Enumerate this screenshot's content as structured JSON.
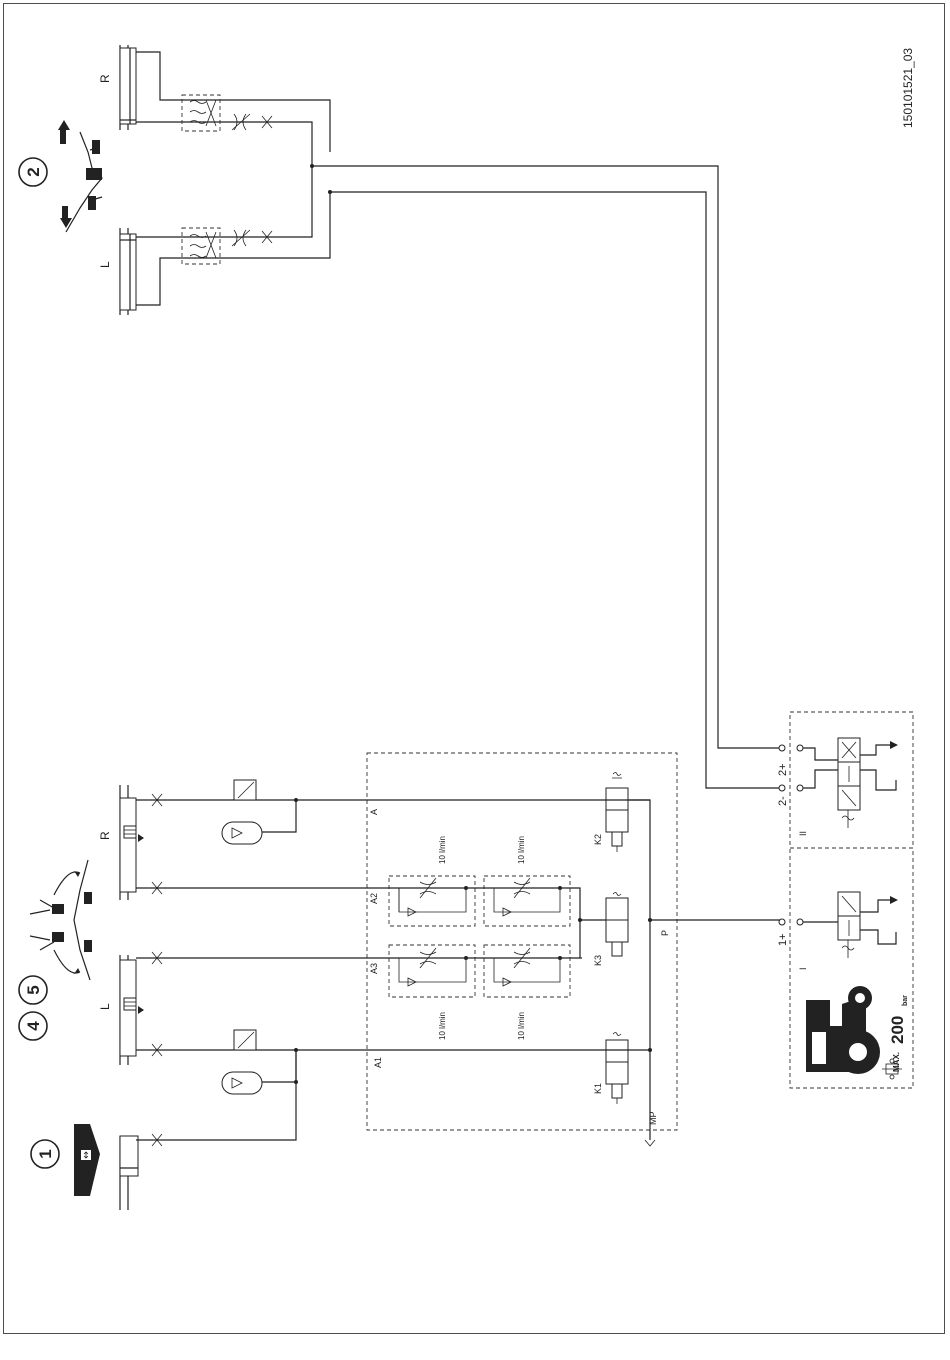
{
  "figure_id": "150101521_03",
  "callouts": [
    "1",
    "2",
    "4",
    "5"
  ],
  "cylinder_side_labels": {
    "top_right": "R",
    "top_left": "L",
    "bottom_right": "R",
    "bottom_left": "L"
  },
  "valve_block": {
    "ports": [
      "A",
      "A1",
      "A2",
      "A3",
      "P",
      "MP"
    ],
    "solenoids": [
      "K1",
      "K2",
      "K3"
    ],
    "flow_rates": [
      "10 l/min",
      "10 l/min",
      "10 l/min",
      "10 l/min"
    ]
  },
  "tractor_unit": {
    "circuits": [
      "I",
      "II"
    ],
    "couplings": [
      "1+",
      "2+",
      "2-"
    ],
    "pressure_prefix": "MAX.",
    "pressure_value": "200",
    "pressure_unit": "bar"
  },
  "icons": [
    "hydraulic-cylinder-icon",
    "flow-control-valve-icon",
    "check-valve-icon",
    "solenoid-valve-icon",
    "accumulator-icon",
    "tractor-icon",
    "implement-fold-icon",
    "quick-coupling-icon",
    "tank-return-icon"
  ]
}
